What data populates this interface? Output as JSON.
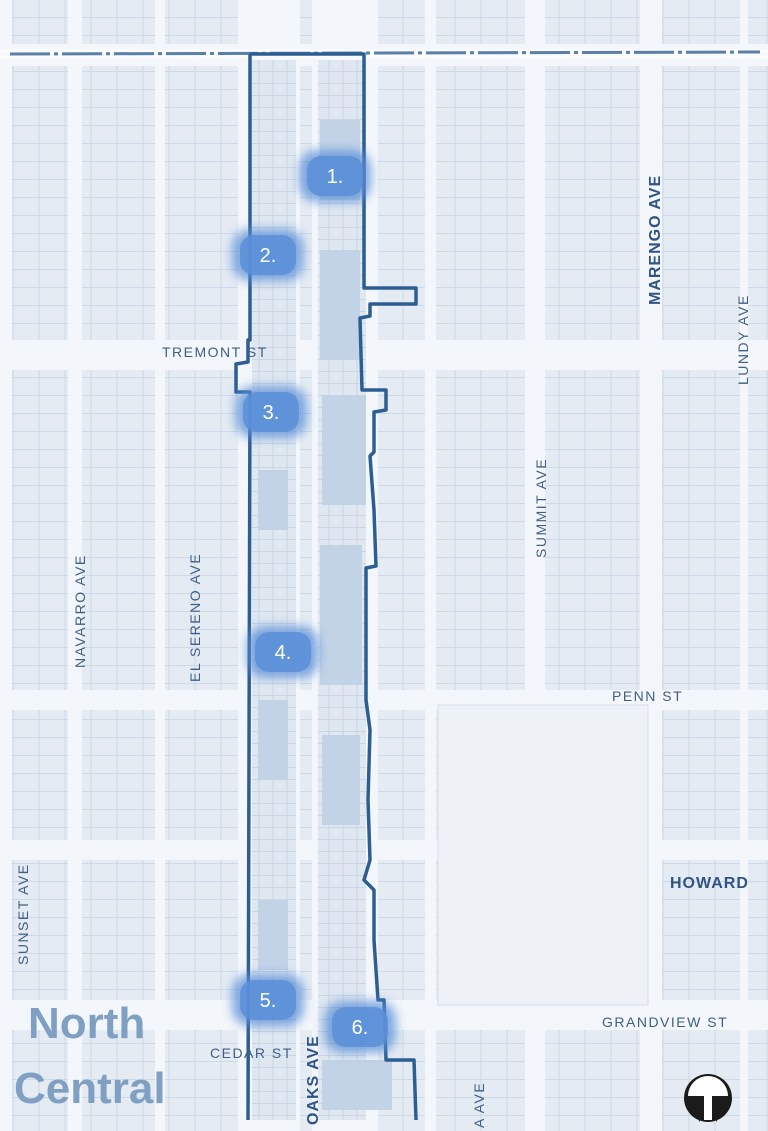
{
  "streets": {
    "tremont": "TREMONT ST",
    "marengo": "MARENGO AVE",
    "lundy": "LUNDY AVE",
    "summit": "SUMMIT AVE",
    "navarro": "NAVARRO AVE",
    "el_sereno": "EL SERENO AVE",
    "penn": "PENN ST",
    "howard": "HOWARD",
    "grandview": "GRANDVIEW ST",
    "cedar": "CEDAR ST",
    "oaks": "OAKS AVE",
    "sunset": "SUNSET AVE",
    "a_ave": "A AVE"
  },
  "markers": [
    "1.",
    "2.",
    "3.",
    "4.",
    "5.",
    "6."
  ],
  "region_label": {
    "line1": "North",
    "line2": "Central"
  },
  "north_arrow_icon": "north-arrow-icon",
  "colors": {
    "background": "#f3f6fa",
    "block": "#e4ebf3",
    "parcel_line": "#cdd9e6",
    "corridor_fill": "#c3d3e6",
    "boundary": "#2d5e92",
    "marker": "#5a8fd8",
    "label": "#3f5f86",
    "region_text": "#7f9fc3"
  }
}
